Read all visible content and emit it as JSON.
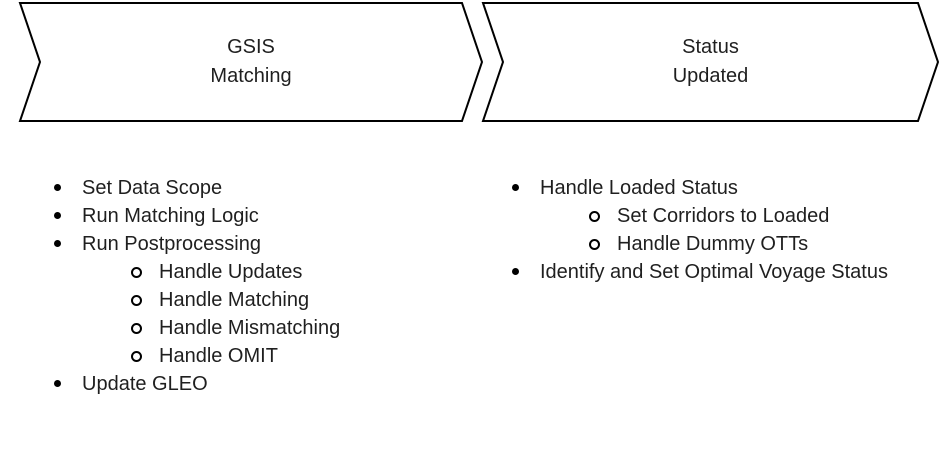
{
  "diagram": {
    "colors": {
      "background": "#ffffff",
      "shape_fill": "#ffffff",
      "shape_stroke": "#000000",
      "text": "#1f1f1f"
    },
    "steps": [
      {
        "title_line1": "GSIS",
        "title_line2": "Matching",
        "items": [
          {
            "level": 1,
            "text": "Set Data Scope"
          },
          {
            "level": 1,
            "text": "Run Matching Logic"
          },
          {
            "level": 1,
            "text": "Run Postprocessing"
          },
          {
            "level": 2,
            "text": "Handle Updates"
          },
          {
            "level": 2,
            "text": "Handle Matching"
          },
          {
            "level": 2,
            "text": "Handle Mismatching"
          },
          {
            "level": 2,
            "text": "Handle OMIT"
          },
          {
            "level": 1,
            "text": "Update GLEO"
          }
        ]
      },
      {
        "title_line1": "Status",
        "title_line2": "Updated",
        "items": [
          {
            "level": 1,
            "text": "Handle Loaded Status"
          },
          {
            "level": 2,
            "text": "Set Corridors to Loaded"
          },
          {
            "level": 2,
            "text": "Handle Dummy OTTs"
          },
          {
            "level": 1,
            "text": "Identify and Set Optimal Voyage Status"
          }
        ]
      }
    ]
  }
}
